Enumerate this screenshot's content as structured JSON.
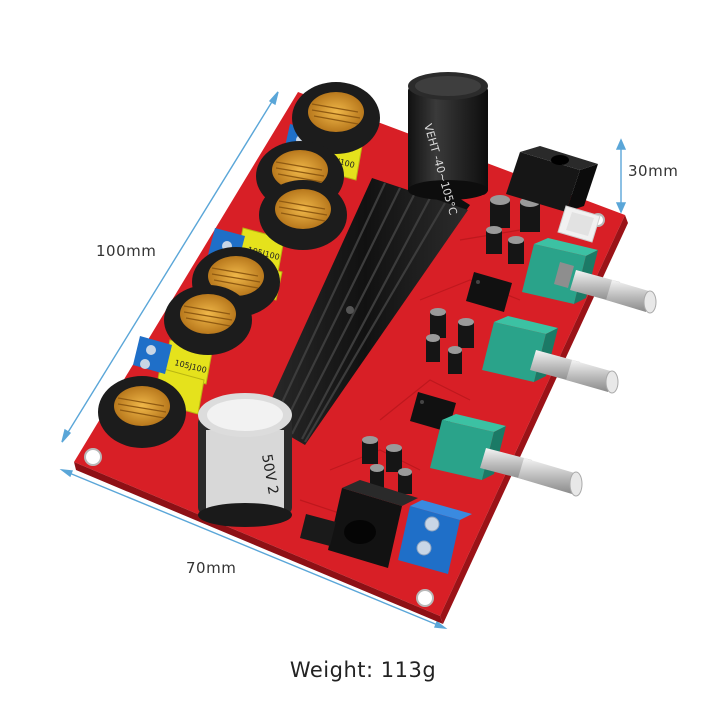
{
  "dimensions": {
    "length_label": "100mm",
    "height_label": "30mm",
    "width_label": "70mm"
  },
  "weight_label": "Weight: 113g",
  "components": {
    "top_capacitor_text": "VEHT -40~105°C",
    "bottom_capacitor_text": "50V 2",
    "inductor_cap_label": "105J100",
    "potentiometer_count": 3,
    "inductor_count": 6
  },
  "colors": {
    "pcb": "#d81f26",
    "heatsink": "#1a1a1a",
    "inductor_core": "#1c1c1c",
    "inductor_wire": "#d89a2a",
    "film_cap": "#e5e21c",
    "terminal": "#1f6fc8",
    "knob": "#2aa38a",
    "dimension_line": "#5aa6d8"
  }
}
